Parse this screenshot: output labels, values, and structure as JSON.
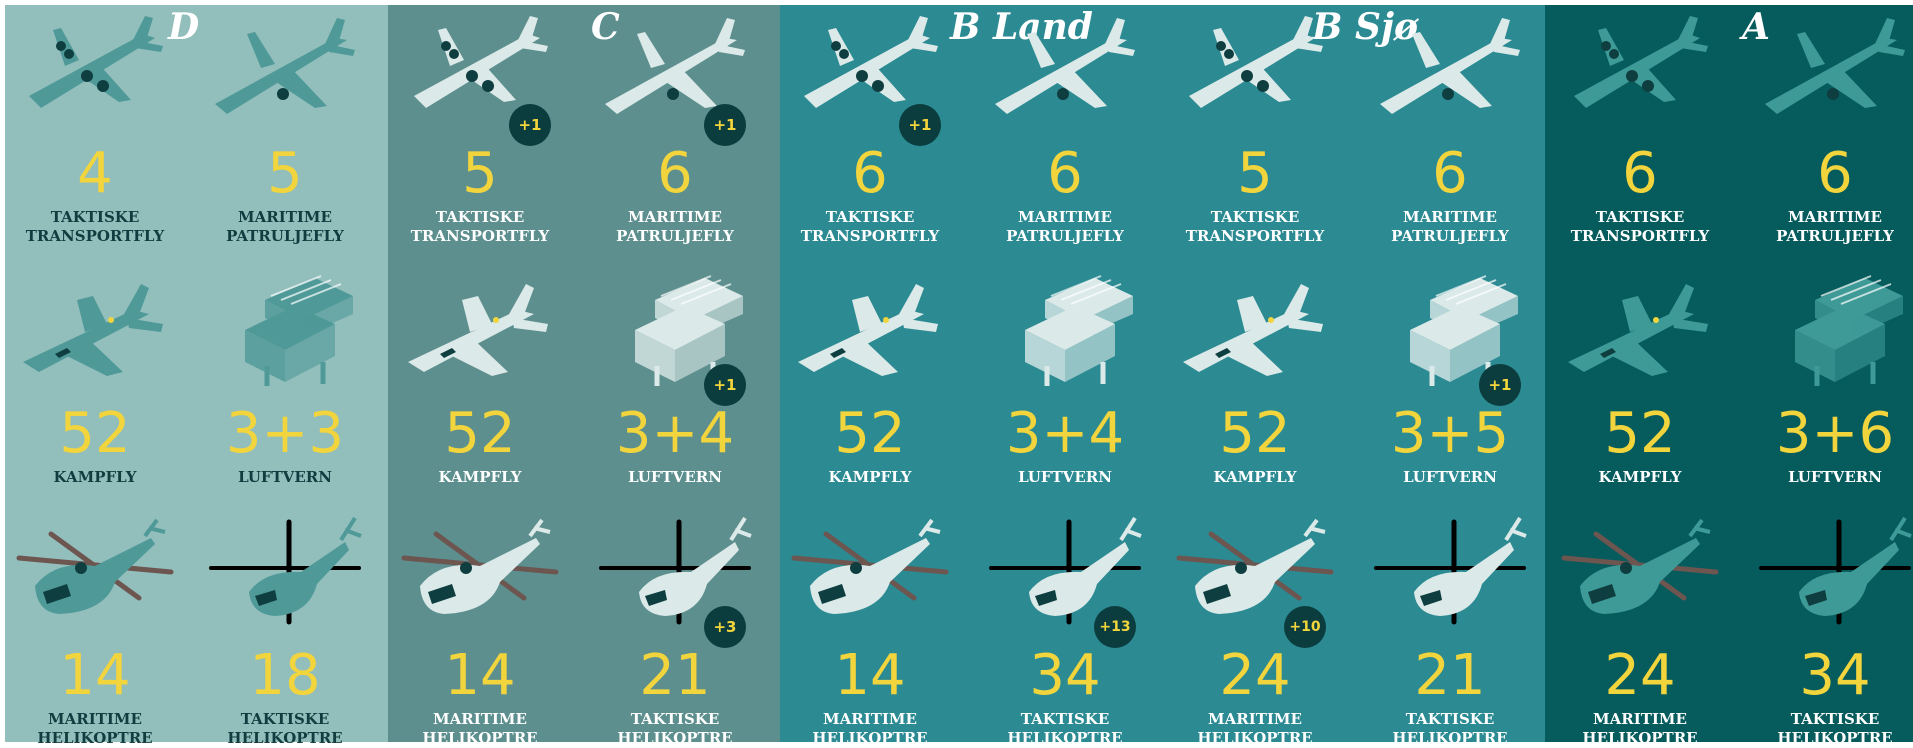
{
  "scenarios": [
    {
      "label": "D",
      "items": [
        {
          "icon": "transport-plane-icon",
          "value": "4",
          "label1": "TAKTISKE",
          "label2": "TRANSPORTFLY",
          "badge": ""
        },
        {
          "icon": "patrol-plane-icon",
          "value": "5",
          "label1": "MARITIME",
          "label2": "PATRULJEFLY",
          "badge": ""
        },
        {
          "icon": "fighter-jet-icon",
          "value": "52",
          "label1": "KAMPFLY",
          "label2": "",
          "badge": ""
        },
        {
          "icon": "air-defense-launcher-icon",
          "value": "3+3",
          "label1": "LUFTVERN",
          "label2": "",
          "badge": ""
        },
        {
          "icon": "maritime-helicopter-icon",
          "value": "14",
          "label1": "MARITIME",
          "label2": "HELIKOPTRE",
          "badge": ""
        },
        {
          "icon": "tactical-helicopter-icon",
          "value": "18",
          "label1": "TAKTISKE",
          "label2": "HELIKOPTRE",
          "badge": ""
        }
      ]
    },
    {
      "label": "C",
      "items": [
        {
          "icon": "transport-plane-icon",
          "value": "5",
          "label1": "TAKTISKE",
          "label2": "TRANSPORTFLY",
          "badge": "+1"
        },
        {
          "icon": "patrol-plane-icon",
          "value": "6",
          "label1": "MARITIME",
          "label2": "PATRULJEFLY",
          "badge": "+1"
        },
        {
          "icon": "fighter-jet-icon",
          "value": "52",
          "label1": "KAMPFLY",
          "label2": "",
          "badge": ""
        },
        {
          "icon": "air-defense-launcher-icon",
          "value": "3+4",
          "label1": "LUFTVERN",
          "label2": "",
          "badge": "+1"
        },
        {
          "icon": "maritime-helicopter-icon",
          "value": "14",
          "label1": "MARITIME",
          "label2": "HELIKOPTRE",
          "badge": ""
        },
        {
          "icon": "tactical-helicopter-icon",
          "value": "21",
          "label1": "TAKTISKE",
          "label2": "HELIKOPTRE",
          "badge": "+3"
        }
      ]
    },
    {
      "label": "B Land",
      "items": [
        {
          "icon": "transport-plane-icon",
          "value": "6",
          "label1": "TAKTISKE",
          "label2": "TRANSPORTFLY",
          "badge": "+1"
        },
        {
          "icon": "patrol-plane-icon",
          "value": "6",
          "label1": "MARITIME",
          "label2": "PATRULJEFLY",
          "badge": ""
        },
        {
          "icon": "fighter-jet-icon",
          "value": "52",
          "label1": "KAMPFLY",
          "label2": "",
          "badge": ""
        },
        {
          "icon": "air-defense-launcher-icon",
          "value": "3+4",
          "label1": "LUFTVERN",
          "label2": "",
          "badge": ""
        },
        {
          "icon": "maritime-helicopter-icon",
          "value": "14",
          "label1": "MARITIME",
          "label2": "HELIKOPTRE",
          "badge": ""
        },
        {
          "icon": "tactical-helicopter-icon",
          "value": "34",
          "label1": "TAKTISKE",
          "label2": "HELIKOPTRE",
          "badge": "+13"
        }
      ]
    },
    {
      "label": "B Sjø",
      "items": [
        {
          "icon": "transport-plane-icon",
          "value": "5",
          "label1": "TAKTISKE",
          "label2": "TRANSPORTFLY",
          "badge": ""
        },
        {
          "icon": "patrol-plane-icon",
          "value": "6",
          "label1": "MARITIME",
          "label2": "PATRULJEFLY",
          "badge": ""
        },
        {
          "icon": "fighter-jet-icon",
          "value": "52",
          "label1": "KAMPFLY",
          "label2": "",
          "badge": ""
        },
        {
          "icon": "air-defense-launcher-icon",
          "value": "3+5",
          "label1": "LUFTVERN",
          "label2": "",
          "badge": "+1"
        },
        {
          "icon": "maritime-helicopter-icon",
          "value": "24",
          "label1": "MARITIME",
          "label2": "HELIKOPTRE",
          "badge": "+10"
        },
        {
          "icon": "tactical-helicopter-icon",
          "value": "21",
          "label1": "TAKTISKE",
          "label2": "HELIKOPTRE",
          "badge": ""
        }
      ]
    },
    {
      "label": "A",
      "items": [
        {
          "icon": "transport-plane-icon",
          "value": "6",
          "label1": "TAKTISKE",
          "label2": "TRANSPORTFLY",
          "badge": ""
        },
        {
          "icon": "patrol-plane-icon",
          "value": "6",
          "label1": "MARITIME",
          "label2": "PATRULJEFLY",
          "badge": ""
        },
        {
          "icon": "fighter-jet-icon",
          "value": "52",
          "label1": "KAMPFLY",
          "label2": "",
          "badge": ""
        },
        {
          "icon": "air-defense-launcher-icon",
          "value": "3+6",
          "label1": "LUFTVERN",
          "label2": "",
          "badge": ""
        },
        {
          "icon": "maritime-helicopter-icon",
          "value": "24",
          "label1": "MARITIME",
          "label2": "HELIKOPTRE",
          "badge": ""
        },
        {
          "icon": "tactical-helicopter-icon",
          "value": "34",
          "label1": "TAKTISKE",
          "label2": "HELIKOPTRE",
          "badge": ""
        }
      ]
    }
  ],
  "colors": {
    "number": "#f2d43d",
    "panel_d": "#92bebc",
    "panel_c": "#5d8f8e",
    "panel_b": "#2b8a92",
    "panel_a": "#065b5d",
    "badge": "#0b3d3f"
  }
}
